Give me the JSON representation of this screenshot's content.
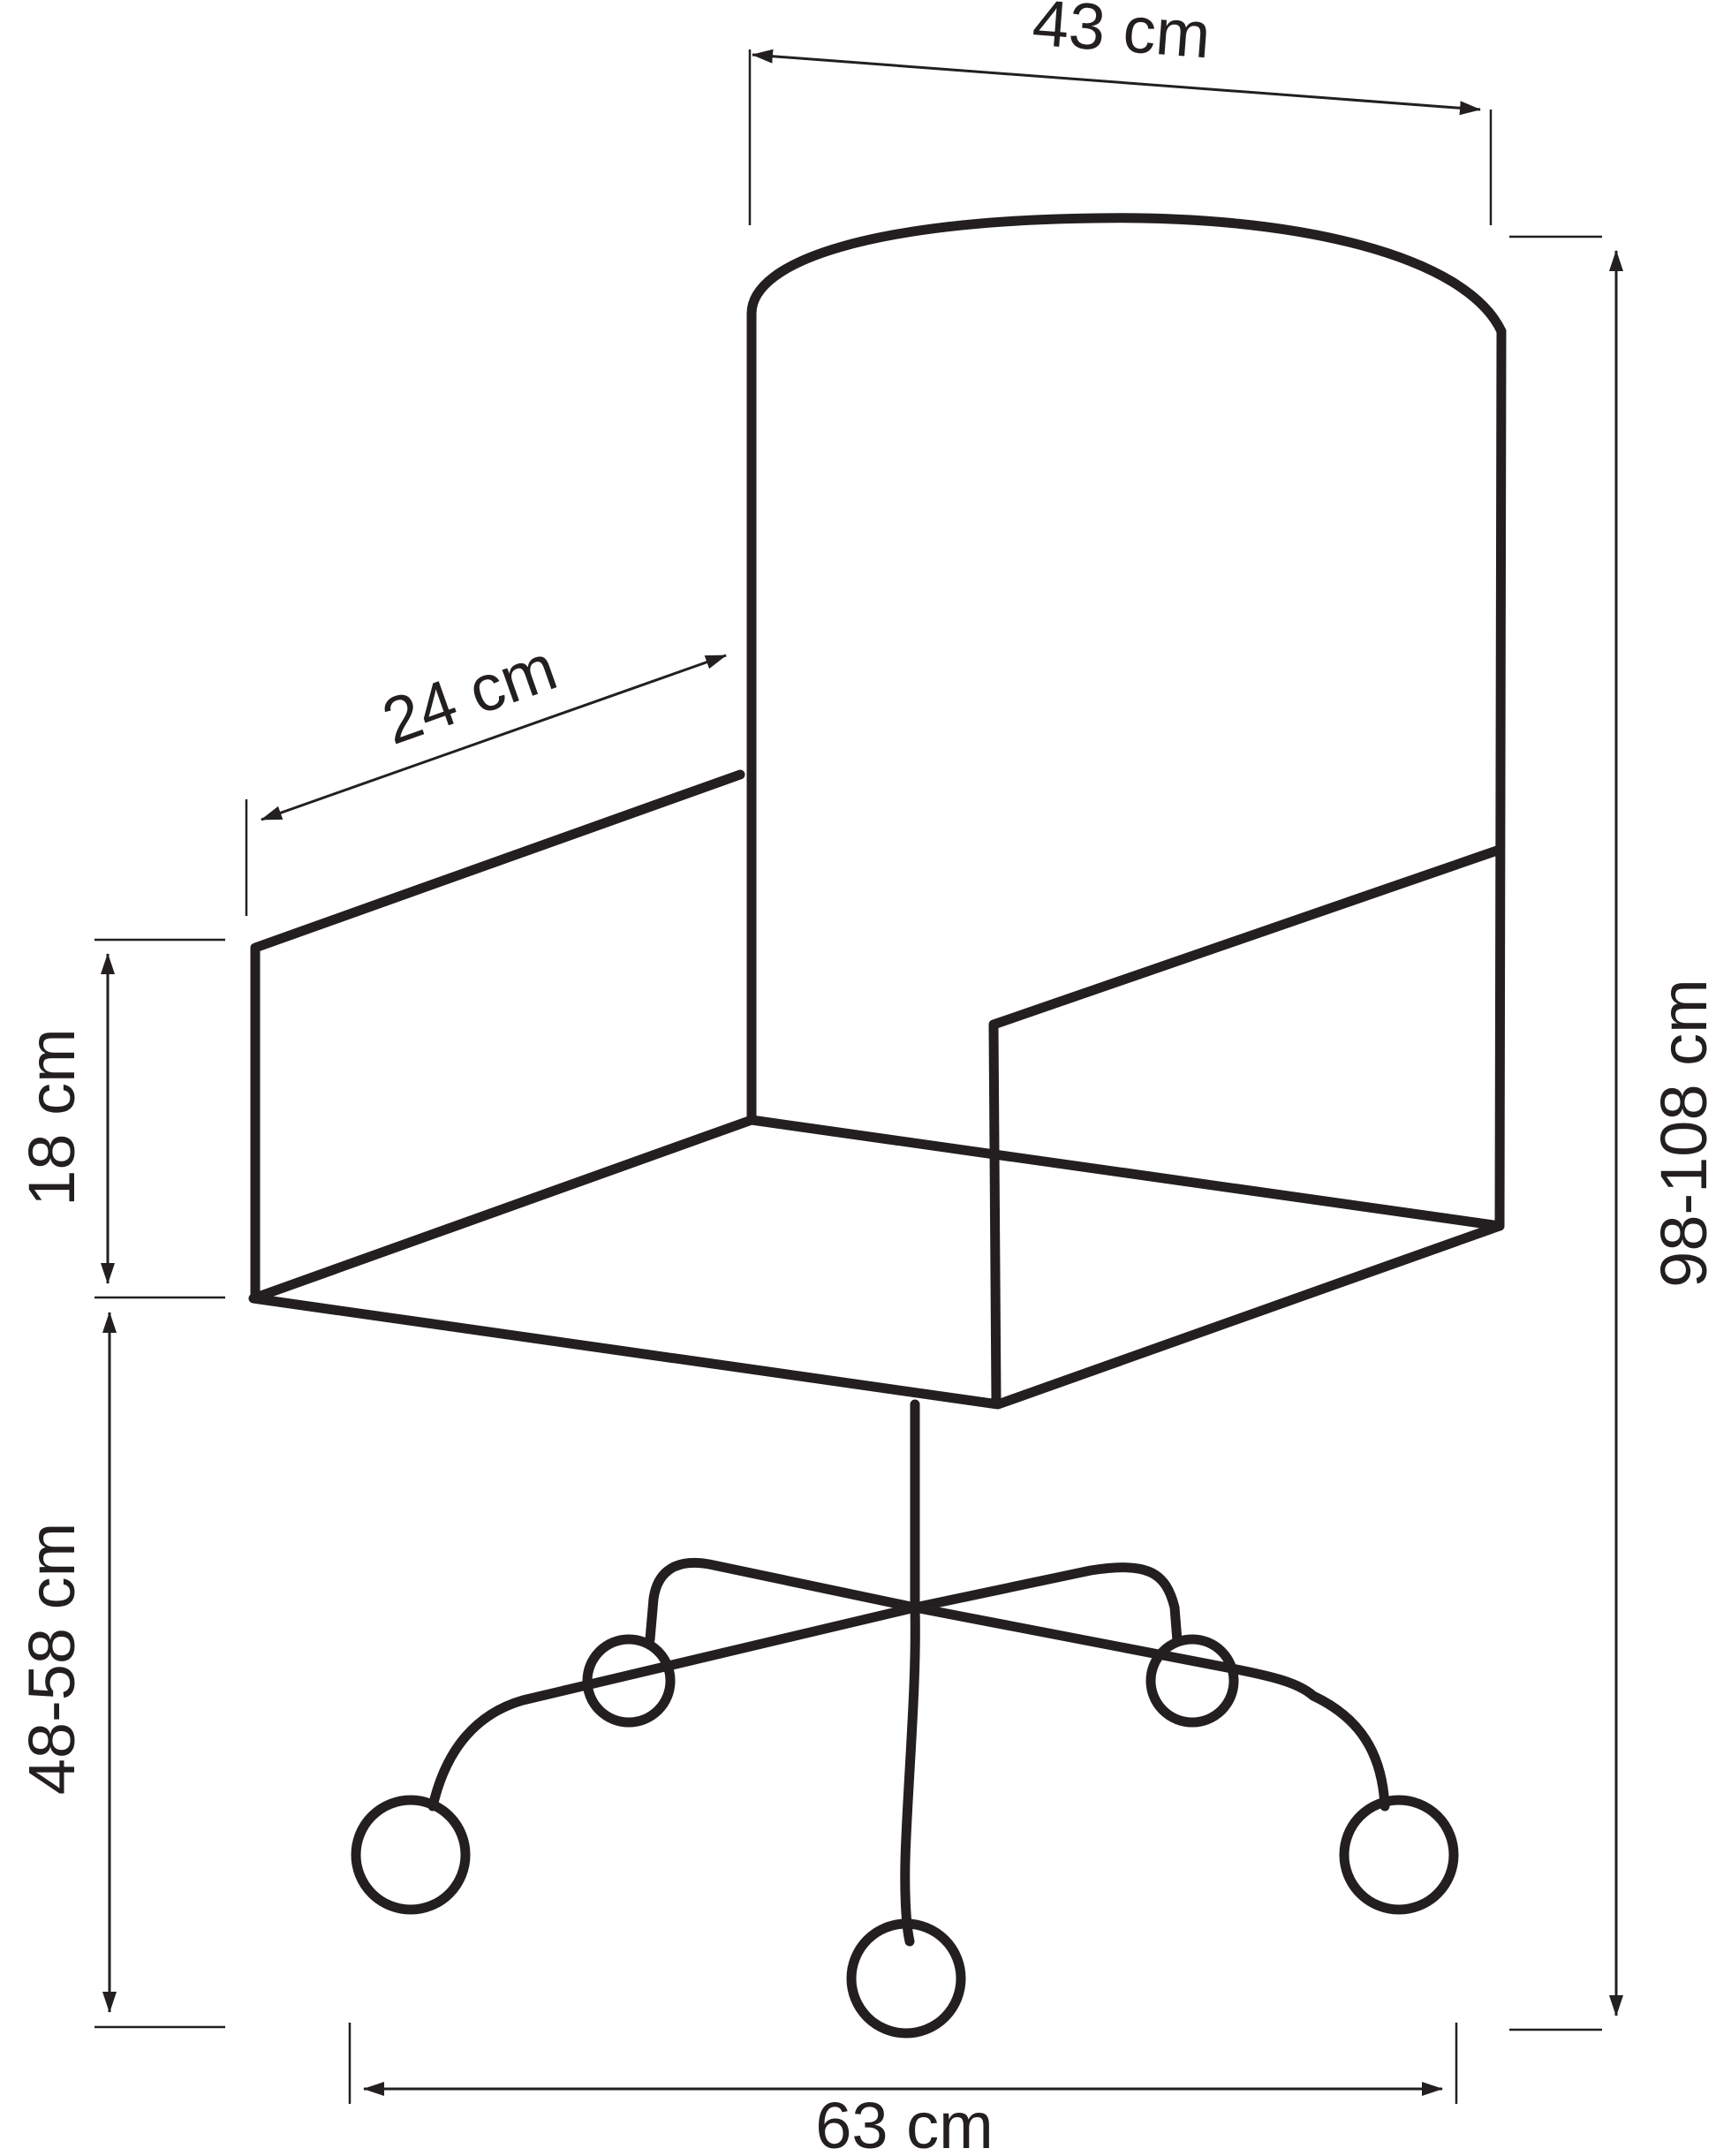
{
  "dimensions": {
    "backrest_width": "43 cm",
    "total_height": "98-108 cm",
    "armrest_depth": "24 cm",
    "armrest_height": "18 cm",
    "seat_height": "48-58 cm",
    "base_width": "63 cm"
  },
  "colors": {
    "line": "#231f20",
    "background": "#ffffff"
  }
}
